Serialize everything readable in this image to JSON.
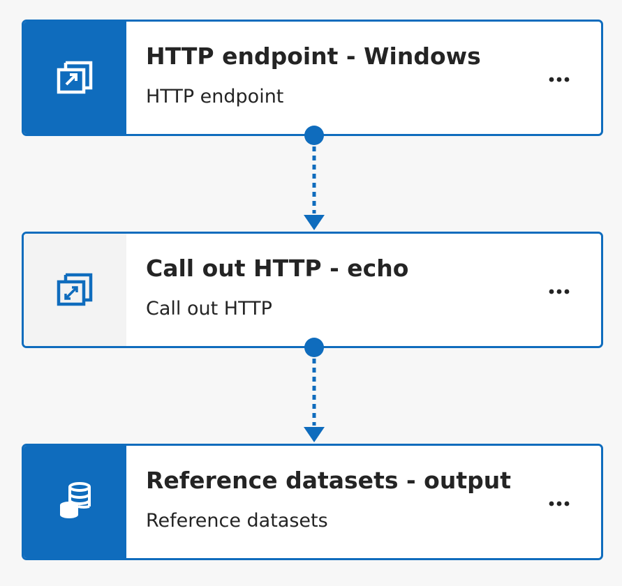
{
  "nodes": [
    {
      "title": "HTTP endpoint - Windows",
      "subtitle": "HTTP endpoint",
      "icon": "http-endpoint-icon",
      "icon_panel_color": "#0f6cbd"
    },
    {
      "title": "Call out HTTP - echo",
      "subtitle": "Call out HTTP",
      "icon": "call-out-http-icon",
      "icon_panel_color": "#f3f3f3"
    },
    {
      "title": "Reference datasets - output",
      "subtitle": "Reference datasets",
      "icon": "database-icon",
      "icon_panel_color": "#0f6cbd"
    }
  ],
  "colors": {
    "accent": "#0f6cbd",
    "text": "#242424",
    "background": "#f7f7f7"
  }
}
